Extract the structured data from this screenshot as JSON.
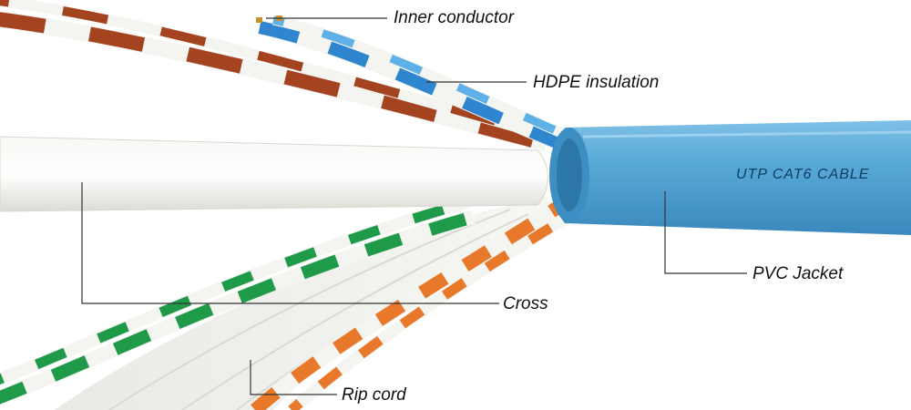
{
  "diagram": {
    "jacket_print": "UTP CAT6 CABLE",
    "labels": {
      "inner_conductor": "Inner conductor",
      "hdpe_insulation": "HDPE insulation",
      "pvc_jacket": "PVC Jacket",
      "cross": "Cross",
      "rip_cord": "Rip cord"
    },
    "colors": {
      "jacket": "#5aaad8",
      "jacket_dark": "#3d8fc3",
      "brown": "#a4431f",
      "blue": "#2f86cf",
      "green": "#1f9a48",
      "orange": "#e8792a",
      "white_wire": "#f4f4f1",
      "separator": "#ecebe6",
      "copper": "#c9902d",
      "leader_line": "#333333"
    }
  }
}
